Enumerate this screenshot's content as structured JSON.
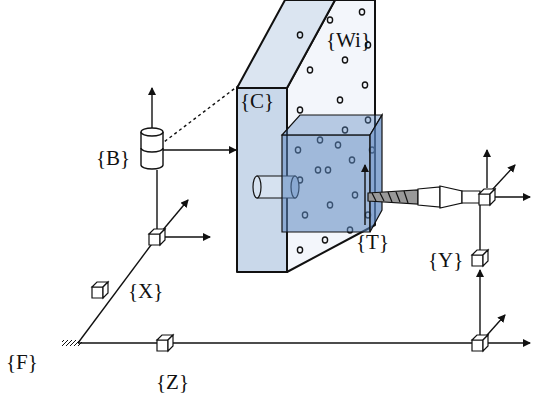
{
  "diagram": {
    "labels": [
      "{Wi}",
      "{C}",
      "{B}",
      "{T}",
      "{Y}",
      "{X}",
      "{F}",
      "{Z}"
    ]
  }
}
